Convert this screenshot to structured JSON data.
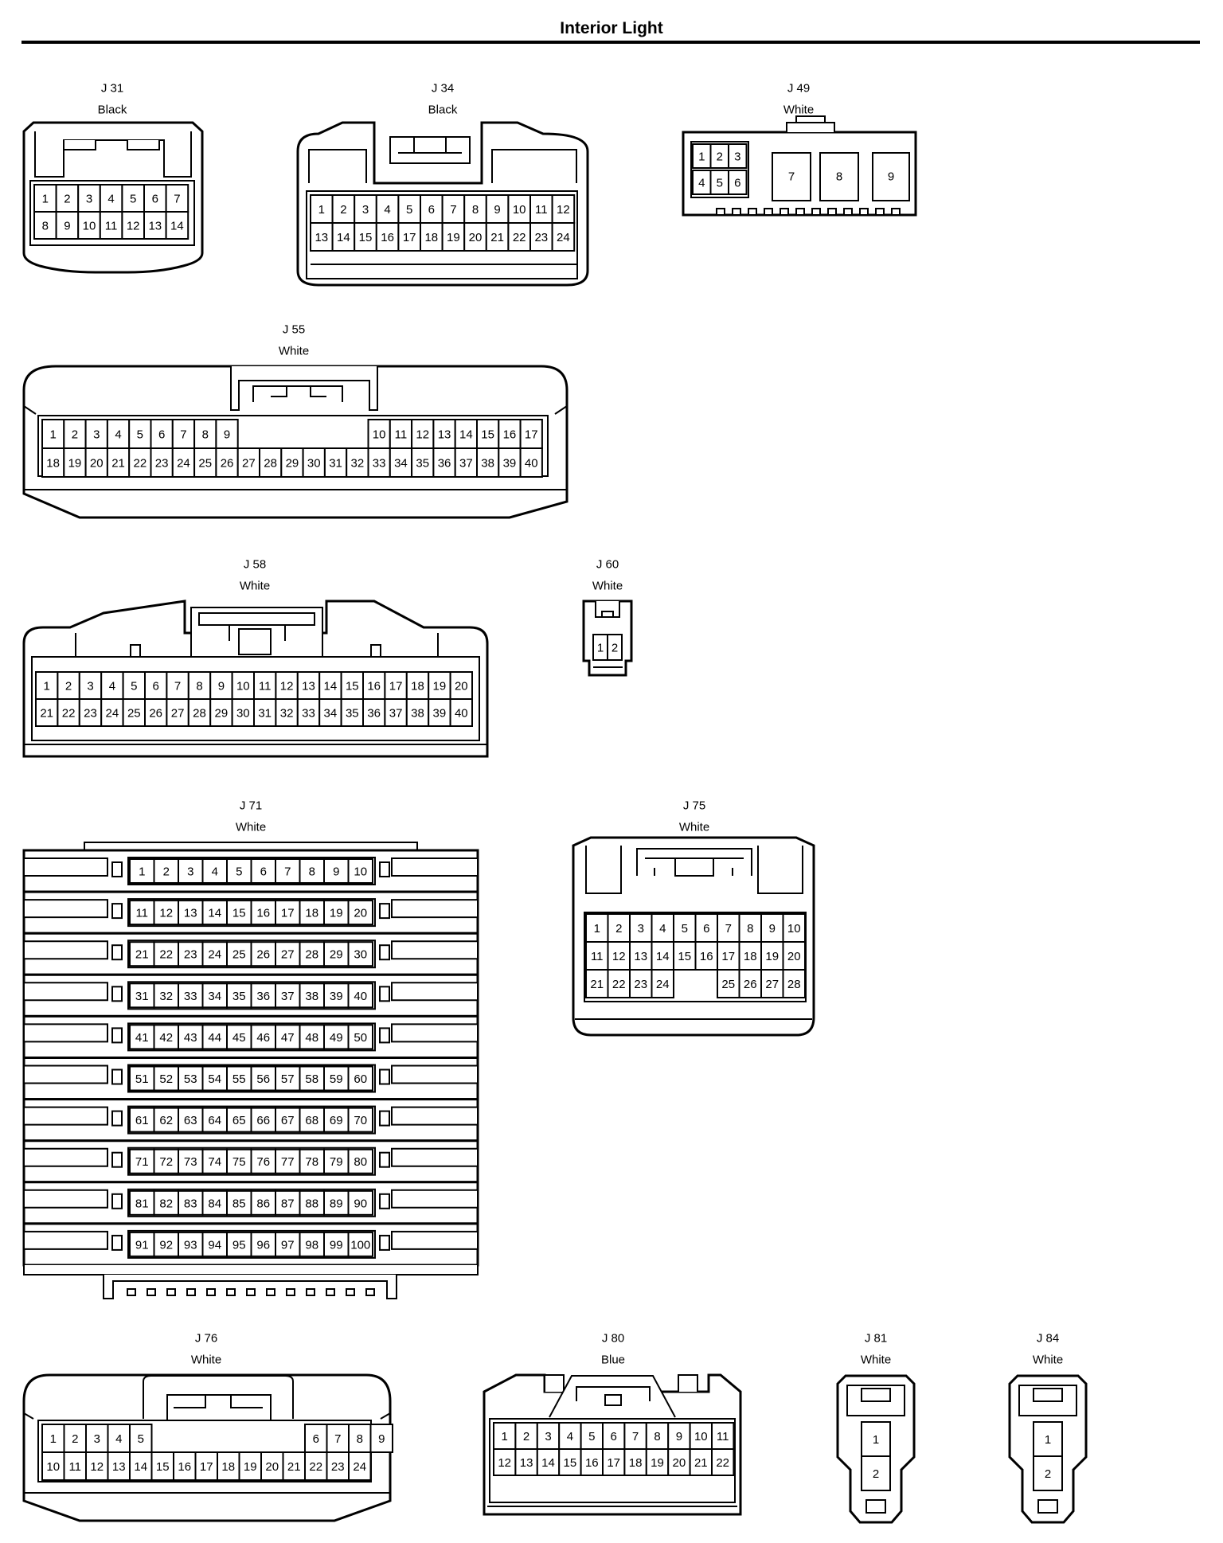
{
  "page_title": "Interior Light",
  "connectors": [
    {
      "id": "J 31",
      "color": "Black",
      "rows": [
        [
          1,
          2,
          3,
          4,
          5,
          6,
          7
        ],
        [
          8,
          9,
          10,
          11,
          12,
          13,
          14
        ]
      ]
    },
    {
      "id": "J 34",
      "color": "Black",
      "rows": [
        [
          1,
          2,
          3,
          4,
          5,
          6,
          7,
          8,
          9,
          10,
          11,
          12
        ],
        [
          13,
          14,
          15,
          16,
          17,
          18,
          19,
          20,
          21,
          22,
          23,
          24
        ]
      ]
    },
    {
      "id": "J 49",
      "color": "White",
      "rows": [
        [
          1,
          2,
          3
        ],
        [
          4,
          5,
          6
        ]
      ],
      "large_pins": [
        7,
        8,
        9
      ]
    },
    {
      "id": "J 55",
      "color": "White",
      "rows": [
        [
          1,
          2,
          3,
          4,
          5,
          6,
          7,
          8,
          9,
          null,
          null,
          null,
          null,
          null,
          null,
          10,
          11,
          12,
          13,
          14,
          15,
          16,
          17
        ],
        [
          18,
          19,
          20,
          21,
          22,
          23,
          24,
          25,
          26,
          27,
          28,
          29,
          30,
          31,
          32,
          33,
          34,
          35,
          36,
          37,
          38,
          39,
          40
        ]
      ]
    },
    {
      "id": "J 58",
      "color": "White",
      "rows": [
        [
          1,
          2,
          3,
          4,
          5,
          6,
          7,
          8,
          9,
          10,
          11,
          12,
          13,
          14,
          15,
          16,
          17,
          18,
          19,
          20
        ],
        [
          21,
          22,
          23,
          24,
          25,
          26,
          27,
          28,
          29,
          30,
          31,
          32,
          33,
          34,
          35,
          36,
          37,
          38,
          39,
          40
        ]
      ]
    },
    {
      "id": "J 60",
      "color": "White",
      "rows": [
        [
          1,
          2
        ]
      ]
    },
    {
      "id": "J 71",
      "color": "White",
      "rows": [
        [
          1,
          2,
          3,
          4,
          5,
          6,
          7,
          8,
          9,
          10
        ],
        [
          11,
          12,
          13,
          14,
          15,
          16,
          17,
          18,
          19,
          20
        ],
        [
          21,
          22,
          23,
          24,
          25,
          26,
          27,
          28,
          29,
          30
        ],
        [
          31,
          32,
          33,
          34,
          35,
          36,
          37,
          38,
          39,
          40
        ],
        [
          41,
          42,
          43,
          44,
          45,
          46,
          47,
          48,
          49,
          50
        ],
        [
          51,
          52,
          53,
          54,
          55,
          56,
          57,
          58,
          59,
          60
        ],
        [
          61,
          62,
          63,
          64,
          65,
          66,
          67,
          68,
          69,
          70
        ],
        [
          71,
          72,
          73,
          74,
          75,
          76,
          77,
          78,
          79,
          80
        ],
        [
          81,
          82,
          83,
          84,
          85,
          86,
          87,
          88,
          89,
          90
        ],
        [
          91,
          92,
          93,
          94,
          95,
          96,
          97,
          98,
          99,
          100
        ]
      ]
    },
    {
      "id": "J 75",
      "color": "White",
      "rows": [
        [
          1,
          2,
          3,
          4,
          5,
          6,
          7,
          8,
          9,
          10
        ],
        [
          11,
          12,
          13,
          14,
          15,
          16,
          17,
          18,
          19,
          20
        ],
        [
          21,
          22,
          23,
          24,
          null,
          null,
          25,
          26,
          27,
          28
        ]
      ]
    },
    {
      "id": "J 76",
      "color": "White",
      "rows": [
        [
          1,
          2,
          3,
          4,
          5,
          null,
          null,
          null,
          null,
          null,
          null,
          null,
          6,
          7,
          8,
          9
        ],
        [
          10,
          11,
          12,
          13,
          14,
          15,
          16,
          17,
          18,
          19,
          20,
          21,
          22,
          23,
          24
        ]
      ]
    },
    {
      "id": "J 80",
      "color": "Blue",
      "rows": [
        [
          1,
          2,
          3,
          4,
          5,
          6,
          7,
          8,
          9,
          10,
          11
        ],
        [
          12,
          13,
          14,
          15,
          16,
          17,
          18,
          19,
          20,
          21,
          22
        ]
      ]
    },
    {
      "id": "J 81",
      "color": "White",
      "rows": [
        [
          1
        ],
        [
          2
        ]
      ]
    },
    {
      "id": "J 84",
      "color": "White",
      "rows": [
        [
          1
        ],
        [
          2
        ]
      ]
    }
  ]
}
